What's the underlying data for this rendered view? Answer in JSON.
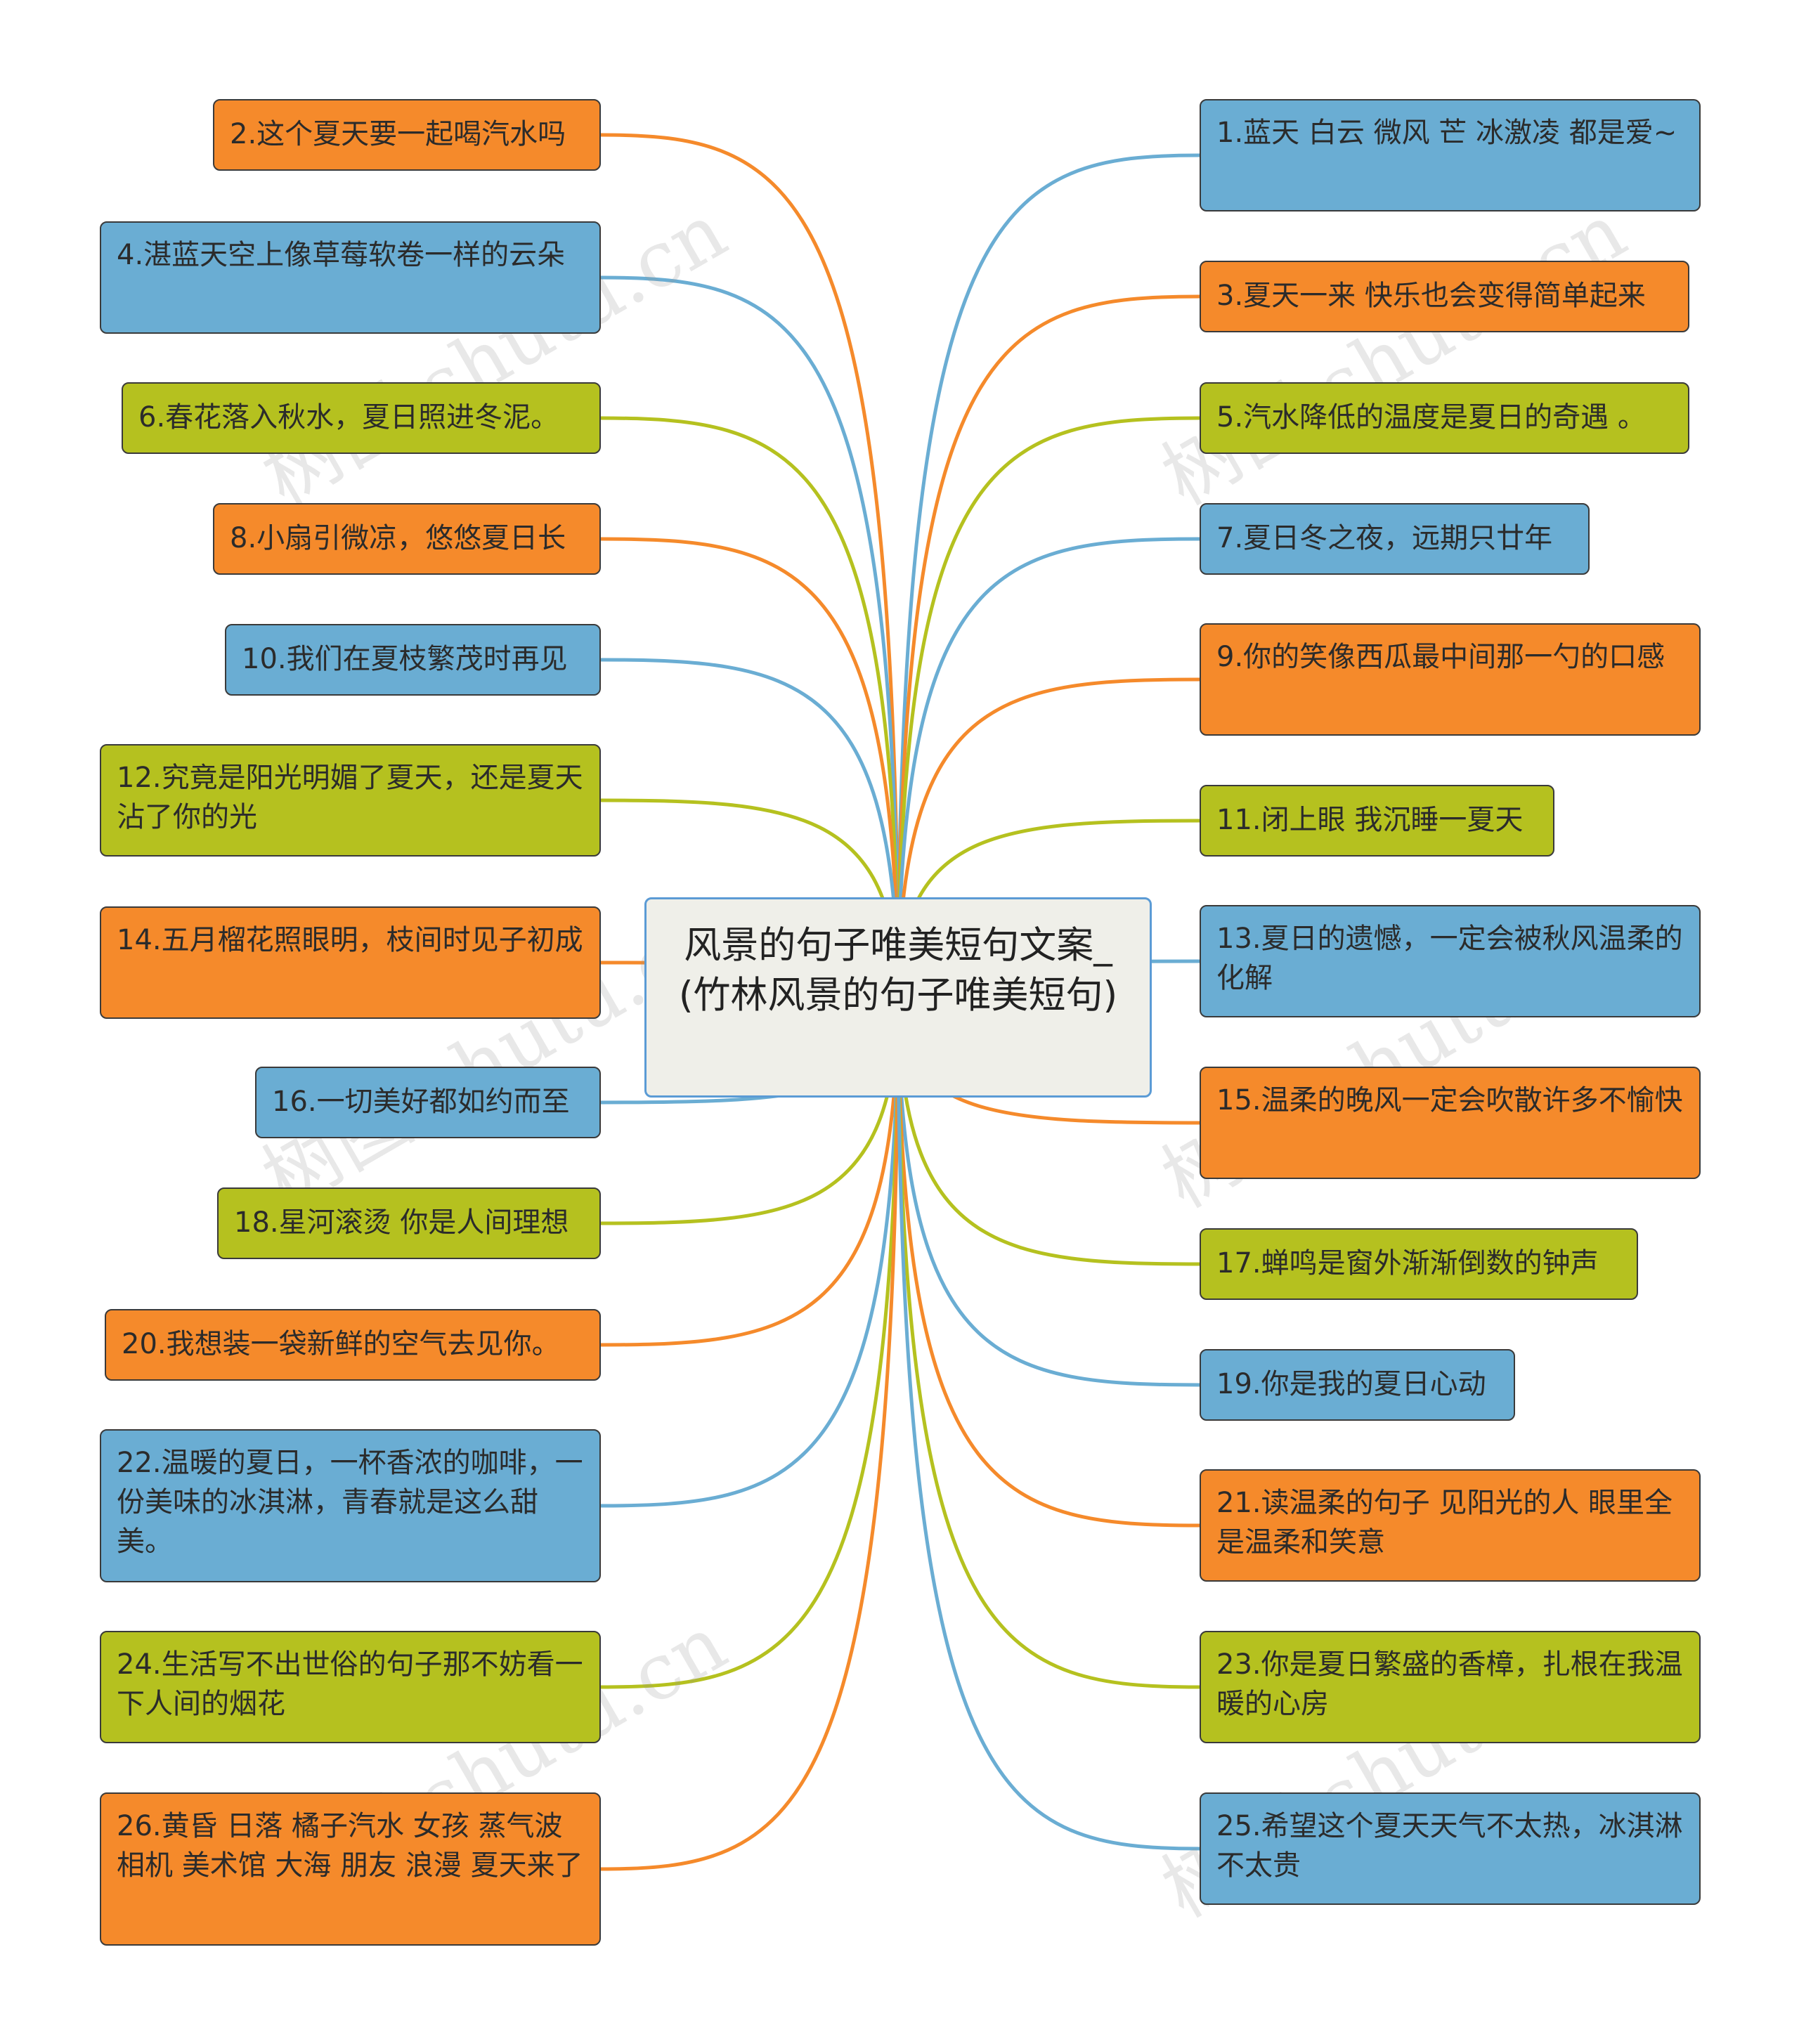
{
  "root": {
    "title": "风景的句子唯美短句文案_(竹林风景的句子唯美短句)"
  },
  "colors": {
    "orange": "#f58a2b",
    "blue": "#6aadd3",
    "green": "#b5c11f"
  },
  "watermark": "树图 shutu.cn",
  "nodes": [
    {
      "text": "2.这个夏天要一起喝汽水吗",
      "color": "orange"
    },
    {
      "text": "4.湛蓝天空上像草莓软卷一样的云朵",
      "color": "blue"
    },
    {
      "text": "6.春花落入秋水，夏日照进冬泥。",
      "color": "green"
    },
    {
      "text": "8.小扇引微凉，悠悠夏日长",
      "color": "orange"
    },
    {
      "text": "10.我们在夏枝繁茂时再见",
      "color": "blue"
    },
    {
      "text": "12.究竟是阳光明媚了夏天，还是夏天沾了你的光",
      "color": "green"
    },
    {
      "text": "14.五月榴花照眼明，枝间时见子初成",
      "color": "orange"
    },
    {
      "text": "16.一切美好都如约而至",
      "color": "blue"
    },
    {
      "text": "18.星河滚烫 你是人间理想",
      "color": "green"
    },
    {
      "text": "20.我想装一袋新鲜的空气去见你。",
      "color": "orange"
    },
    {
      "text": "22.温暖的夏日，一杯香浓的咖啡，一份美味的冰淇淋，青春就是这么甜美。",
      "color": "blue"
    },
    {
      "text": "24.生活写不出世俗的句子那不妨看一下人间的烟花",
      "color": "green"
    },
    {
      "text": "26.黄昏 日落 橘子汽水 女孩 蒸气波 相机 美术馆 大海 朋友 浪漫 夏天来了",
      "color": "orange"
    },
    {
      "text": "1.蓝天 白云 微风 芒 冰激凌 都是爱~",
      "color": "blue"
    },
    {
      "text": "3.夏天一来 快乐也会变得简单起来",
      "color": "orange"
    },
    {
      "text": "5.汽水降低的温度是夏日的奇遇 。",
      "color": "green"
    },
    {
      "text": "7.夏日冬之夜，远期只廿年",
      "color": "blue"
    },
    {
      "text": "9.你的笑像西瓜最中间那一勺的口感",
      "color": "orange"
    },
    {
      "text": "11.闭上眼 我沉睡一夏天",
      "color": "green"
    },
    {
      "text": "13.夏日的遗憾，一定会被秋风温柔的化解",
      "color": "blue"
    },
    {
      "text": "15.温柔的晚风一定会吹散许多不愉快",
      "color": "orange"
    },
    {
      "text": "17.蝉鸣是窗外渐渐倒数的钟声",
      "color": "green"
    },
    {
      "text": "19.你是我的夏日心动",
      "color": "blue"
    },
    {
      "text": "21.读温柔的句子 见阳光的人 眼里全是温柔和笑意",
      "color": "orange"
    },
    {
      "text": "23.你是夏日繁盛的香樟，扎根在我温暖的心房",
      "color": "green"
    },
    {
      "text": "25.希望这个夏天天气不太热，冰淇淋不太贵",
      "color": "blue"
    }
  ]
}
